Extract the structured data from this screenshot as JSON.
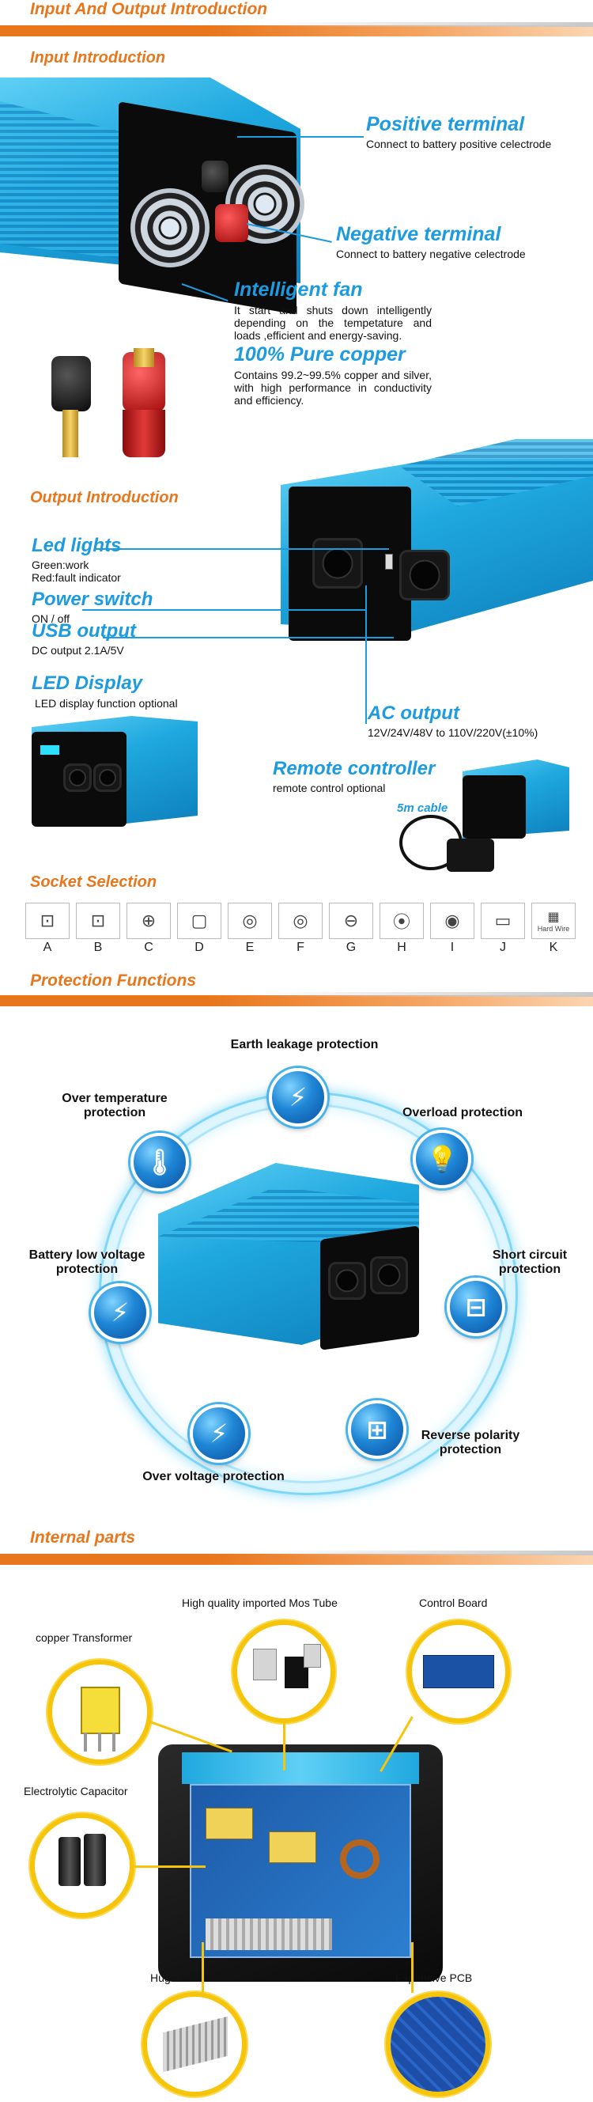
{
  "sections": {
    "io_intro": "Input And Output Introduction",
    "protection": "Protection Functions",
    "internal": "Internal parts"
  },
  "input": {
    "heading": "Input Introduction",
    "positive": {
      "title": "Positive terminal",
      "text": "Connect to battery positive celectrode"
    },
    "negative": {
      "title": "Negative terminal",
      "text": "Connect to battery negative celectrode"
    },
    "fan": {
      "title": "Intelligent fan",
      "text": "It start and shuts down intelligently depending on the tempetature and loads ,efficient and energy-saving."
    },
    "copper": {
      "title": "100% Pure copper",
      "text": "Contains 99.2~99.5% copper and silver, with high performance in conductivity and efficiency."
    }
  },
  "output": {
    "heading": "Output Introduction",
    "led": {
      "title": "Led lights",
      "line1": "Green:work",
      "line2": "Red:fault indicator"
    },
    "switch": {
      "title": "Power switch",
      "text": "ON / off"
    },
    "usb": {
      "title": "USB output",
      "text": "DC output 2.1A/5V"
    },
    "display": {
      "title": "LED Display",
      "text": "LED display function optional"
    },
    "ac": {
      "title": "AC output",
      "text": "12V/24V/48V to 110V/220V(±10%)"
    },
    "remote": {
      "title": "Remote controller",
      "text": "remote control optional",
      "cable": "5m cable"
    }
  },
  "sockets": {
    "heading": "Socket Selection",
    "items": [
      {
        "letter": "A",
        "glyph": "⊡"
      },
      {
        "letter": "B",
        "glyph": "⊡"
      },
      {
        "letter": "C",
        "glyph": "⊕"
      },
      {
        "letter": "D",
        "glyph": "▢"
      },
      {
        "letter": "E",
        "glyph": "◎"
      },
      {
        "letter": "F",
        "glyph": "◎"
      },
      {
        "letter": "G",
        "glyph": "⊖"
      },
      {
        "letter": "H",
        "glyph": "⦿"
      },
      {
        "letter": "I",
        "glyph": "◉"
      },
      {
        "letter": "J",
        "glyph": "▭"
      },
      {
        "letter": "K",
        "glyph": "▦"
      }
    ],
    "hardwire": "Hard Wire"
  },
  "protection": {
    "earth": "Earth leakage protection",
    "overtemp": "Over temperature protection",
    "overload": "Overload protection",
    "battery": "Battery low voltage protection",
    "short": "Short circuit protection",
    "overvoltage": "Over voltage protection",
    "reverse": "Reverse polarity protection"
  },
  "internal": {
    "mos": "High quality imported Mos Tube",
    "board": "Control Board",
    "transformer": "copper  Transformer",
    "capacitor": "Electrolytic Capacitor",
    "radiator": "Huge radiator",
    "pcb": "Expensive PCB"
  },
  "colors": {
    "accent": "#e8761c",
    "blue": "#1c9be0",
    "yellow": "#f6c40a"
  }
}
